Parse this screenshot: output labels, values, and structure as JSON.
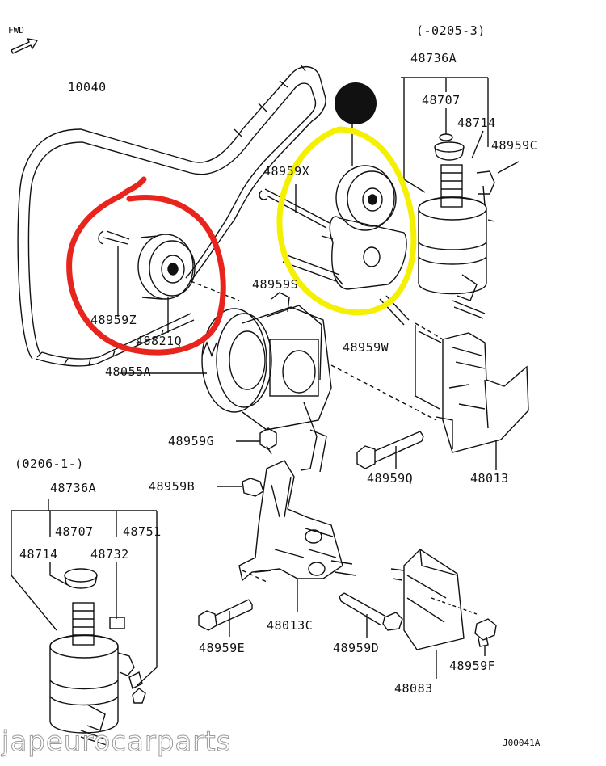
{
  "diagram": {
    "fwd_label": "FWD",
    "top_range": "(-0205-3)",
    "bottom_range": "(0206-1-)",
    "code": "J00041A",
    "watermark": "japeurocarparts",
    "highlight_colors": {
      "red": "#e8241c",
      "yellow": "#f4f000"
    },
    "labels": {
      "p10040": "10040",
      "p48736a_top": "48736A",
      "p48707_top": "48707",
      "p48714_top": "48714",
      "p48959c": "48959C",
      "p48959x": "48959X",
      "p48959s": "48959S",
      "p48959z": "48959Z",
      "p48821q": "48821Q",
      "p48055a": "48055A",
      "p48959w": "48959W",
      "p48959g": "48959G",
      "p48959b": "48959B",
      "p48959q": "48959Q",
      "p48013": "48013",
      "p48736a_bot": "48736A",
      "p48707_bot": "48707",
      "p48751": "48751",
      "p48714_bot": "48714",
      "p48732": "48732",
      "p48013c": "48013C",
      "p48959e": "48959E",
      "p48959d": "48959D",
      "p48959f": "48959F",
      "p48083": "48083"
    }
  }
}
